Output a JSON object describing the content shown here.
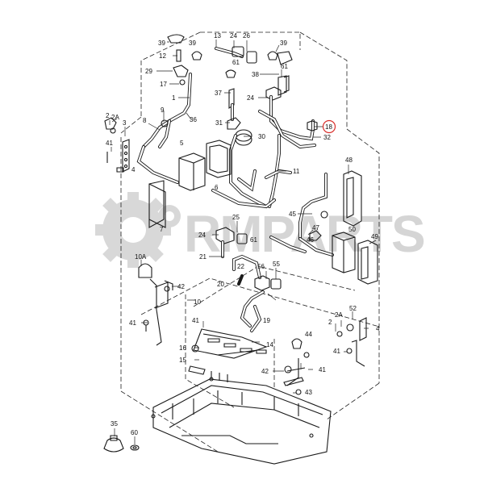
{
  "watermark": {
    "text": "RMPARTS"
  },
  "highlight_color": "#d9302c",
  "callouts": [
    {
      "id": "c39a",
      "text": "39"
    },
    {
      "id": "c39b",
      "text": "39"
    },
    {
      "id": "c12",
      "text": "12"
    },
    {
      "id": "c29",
      "text": "29"
    },
    {
      "id": "c17",
      "text": "17"
    },
    {
      "id": "c1",
      "text": "1"
    },
    {
      "id": "c9",
      "text": "9"
    },
    {
      "id": "c36",
      "text": "36"
    },
    {
      "id": "c8",
      "text": "8"
    },
    {
      "id": "c2",
      "text": "2"
    },
    {
      "id": "c2A",
      "text": "2A"
    },
    {
      "id": "c3",
      "text": "3"
    },
    {
      "id": "c41a",
      "text": "41"
    },
    {
      "id": "c4a",
      "text": "4"
    },
    {
      "id": "c5",
      "text": "5"
    },
    {
      "id": "c6",
      "text": "6"
    },
    {
      "id": "c7",
      "text": "7"
    },
    {
      "id": "c13",
      "text": "13"
    },
    {
      "id": "c24a",
      "text": "24"
    },
    {
      "id": "c26",
      "text": "26"
    },
    {
      "id": "c61a",
      "text": "61"
    },
    {
      "id": "c39c",
      "text": "39"
    },
    {
      "id": "c61b",
      "text": "61"
    },
    {
      "id": "c38",
      "text": "38"
    },
    {
      "id": "c37",
      "text": "37"
    },
    {
      "id": "c24b",
      "text": "24"
    },
    {
      "id": "c31",
      "text": "31"
    },
    {
      "id": "c30",
      "text": "30"
    },
    {
      "id": "c18",
      "text": "18"
    },
    {
      "id": "c32",
      "text": "32"
    },
    {
      "id": "c11",
      "text": "11"
    },
    {
      "id": "c48",
      "text": "48"
    },
    {
      "id": "c45",
      "text": "45"
    },
    {
      "id": "c47",
      "text": "47"
    },
    {
      "id": "c46",
      "text": "46"
    },
    {
      "id": "c50",
      "text": "50"
    },
    {
      "id": "c49",
      "text": "49"
    },
    {
      "id": "c25",
      "text": "25"
    },
    {
      "id": "c24c",
      "text": "24"
    },
    {
      "id": "c61c",
      "text": "61"
    },
    {
      "id": "c21",
      "text": "21"
    },
    {
      "id": "c22",
      "text": "22"
    },
    {
      "id": "c56",
      "text": "56"
    },
    {
      "id": "c55",
      "text": "55"
    },
    {
      "id": "c20",
      "text": "20"
    },
    {
      "id": "c19",
      "text": "19"
    },
    {
      "id": "c10A",
      "text": "10A"
    },
    {
      "id": "c42a",
      "text": "42"
    },
    {
      "id": "c10",
      "text": "10"
    },
    {
      "id": "c41b",
      "text": "41"
    },
    {
      "id": "c41c",
      "text": "41"
    },
    {
      "id": "c14",
      "text": "14"
    },
    {
      "id": "c16",
      "text": "16"
    },
    {
      "id": "c15",
      "text": "15"
    },
    {
      "id": "c42b",
      "text": "42"
    },
    {
      "id": "c41d",
      "text": "41"
    },
    {
      "id": "c43",
      "text": "43"
    },
    {
      "id": "c2b",
      "text": "2"
    },
    {
      "id": "c2Ab",
      "text": "2A"
    },
    {
      "id": "c52",
      "text": "52"
    },
    {
      "id": "c4b",
      "text": "4"
    },
    {
      "id": "c44",
      "text": "44"
    },
    {
      "id": "c41e",
      "text": "41"
    },
    {
      "id": "c35",
      "text": "35"
    },
    {
      "id": "c60",
      "text": "60"
    }
  ]
}
